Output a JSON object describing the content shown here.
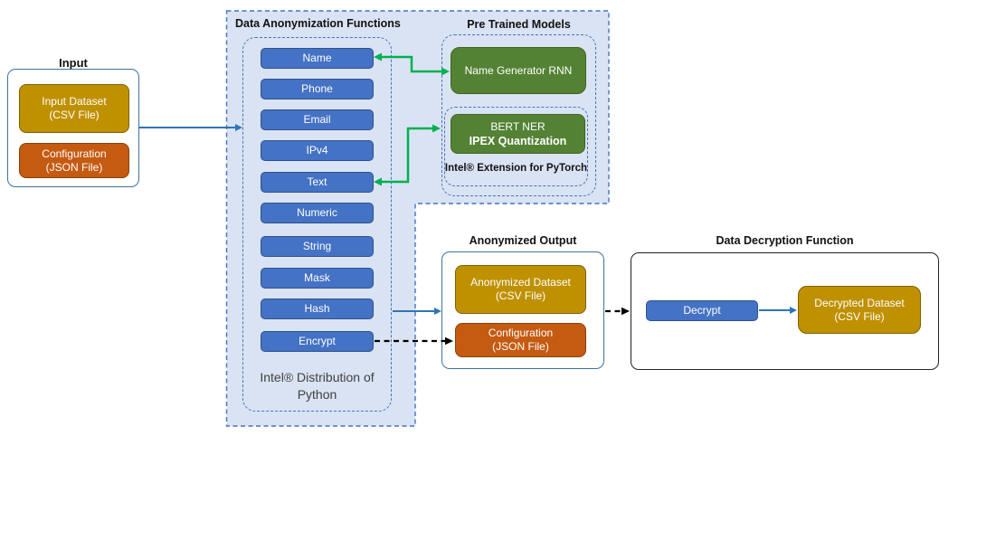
{
  "input": {
    "title": "Input",
    "input_dataset": "Input Dataset\n(CSV File)",
    "configuration": "Configuration\n(JSON File)"
  },
  "anonymization": {
    "title": "Data Anonymization Functions",
    "functions": [
      "Name",
      "Phone",
      "Email",
      "IPv4",
      "Text",
      "Numeric",
      "String",
      "Mask",
      "Hash",
      "Encrypt"
    ],
    "footer": "Intel® Distribution of\nPython"
  },
  "pretrained": {
    "title": "Pre Trained Models",
    "rnn_label": "Name Generator RNN",
    "bert_line1": "BERT NER",
    "bert_line2": "IPEX Quantization",
    "caption": "Intel® Extension for PyTorch"
  },
  "output": {
    "title": "Anonymized Output",
    "dataset": "Anonymized Dataset\n(CSV File)",
    "configuration": "Configuration\n(JSON File)"
  },
  "decryption": {
    "title": "Data Decryption Function",
    "decrypt_label": "Decrypt",
    "dataset": "Decrypted Dataset\n(CSV File)"
  },
  "colors": {
    "region_fill": "#dae3f3",
    "dashed_border": "#4472c4",
    "button_blue": "#4472c4",
    "gold": "#bf9000",
    "orange": "#c55a11",
    "green": "#548235",
    "arrow_blue": "#2e75b6",
    "arrow_green": "#00b050",
    "arrow_black": "#000000"
  }
}
